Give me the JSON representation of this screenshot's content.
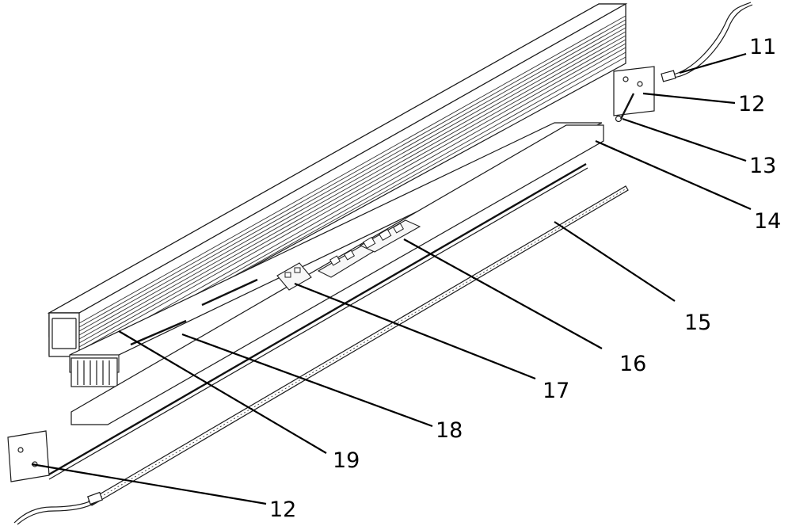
{
  "labels": {
    "l11": "11",
    "l12_top": "12",
    "l13": "13",
    "l14": "14",
    "l15": "15",
    "l16": "16",
    "l17": "17",
    "l18": "18",
    "l19": "19",
    "l12_bottom": "12"
  }
}
